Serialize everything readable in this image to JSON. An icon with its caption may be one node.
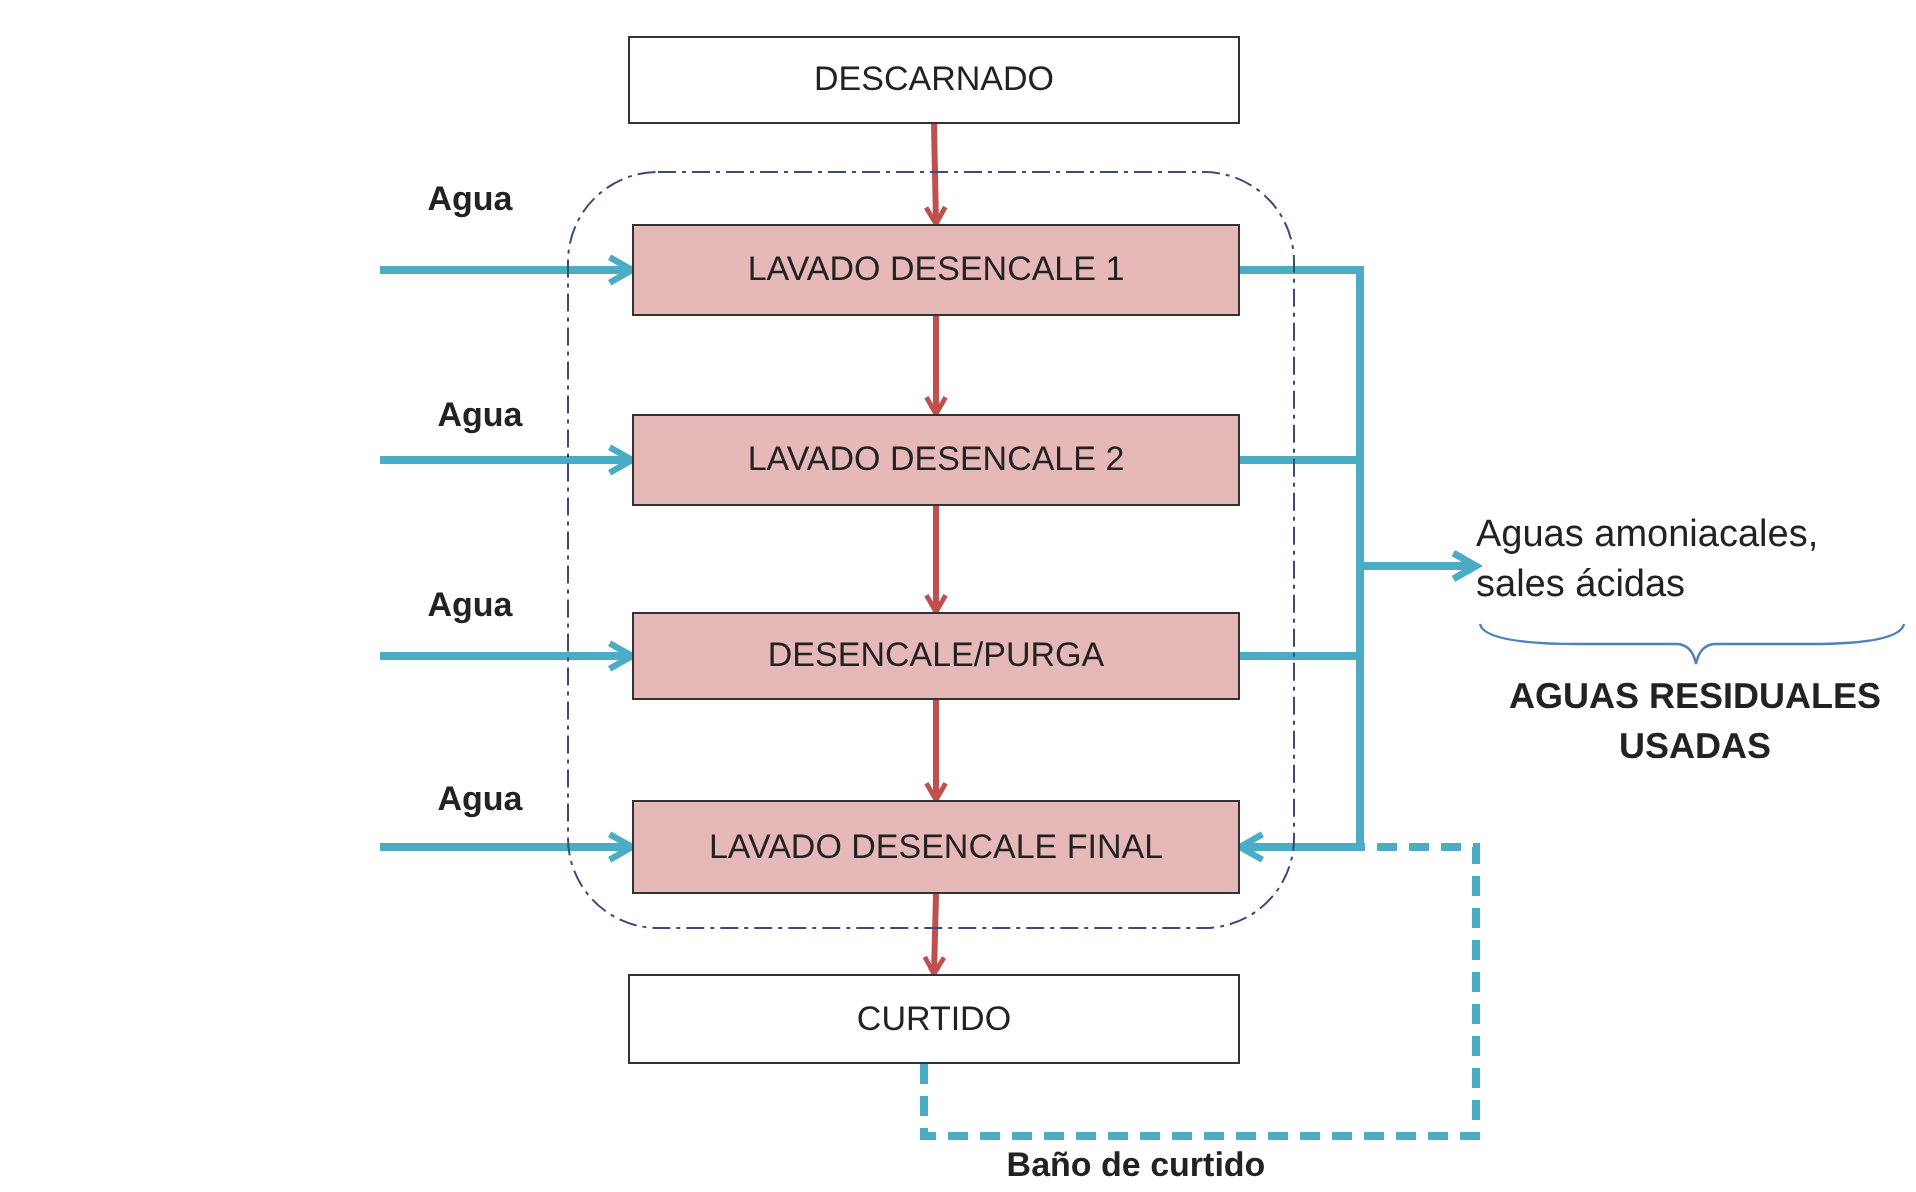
{
  "diagram": {
    "nodes": [
      {
        "text": [
          "DESCARNADO"
        ]
      },
      {
        "text": [],
        "shape": "box"
      },
      {
        "text": [
          "LAVADO DESENCALE 1"
        ],
        "in": 1
      },
      {
        "text": [
          "LAVADO DESENCALE 2"
        ],
        "in": 1
      },
      {
        "text": [
          "DESENCALE/PURGA"
        ],
        "in": 1
      },
      {
        "text": [
          "LAVADO DESENCALE FINAL"
        ],
        "in": 1
      },
      {
        "text": [
          "CURTIDO"
        ]
      },
      {
        "text": [
          "Aguas amoniacales, sales ácidas"
        ]
      }
    ],
    "edges": [
      {
        "from": 0,
        "to": 2,
        "arrow": "to",
        "color": "#c0504d"
      },
      {
        "from": 2,
        "to": 3,
        "arrow": "to",
        "color": "#c0504d"
      },
      {
        "from": 3,
        "to": 4,
        "arrow": "to",
        "color": "#c0504d"
      },
      {
        "from": 4,
        "to": 5,
        "arrow": "to",
        "color": "#c0504d"
      },
      {
        "from": 5,
        "to": 6,
        "arrow": "to",
        "color": "#c0504d"
      },
      {
        "from": null,
        "to": 2,
        "arrow": "to",
        "label": "Agua"
      },
      {
        "from": null,
        "to": 3,
        "arrow": "to",
        "label": "Agua"
      },
      {
        "from": null,
        "to": 4,
        "arrow": "to",
        "label": "Agua"
      },
      {
        "from": null,
        "to": 5,
        "arrow": "to",
        "label": "Agua"
      },
      {
        "from": 2,
        "to": 7,
        "arrow": "to"
      },
      {
        "from": 3,
        "to": 7,
        "arrow": "to"
      },
      {
        "from": 4,
        "to": 7,
        "arrow": "to"
      },
      {
        "from": 5,
        "to": 7,
        "arrow": "to"
      },
      {
        "from": 6,
        "to": 5,
        "arrow": "to",
        "label": "Baño de curtido",
        "style": "dashed"
      }
    ],
    "labels": [
      "AGUAS RESIDUALES USADAS"
    ]
  }
}
